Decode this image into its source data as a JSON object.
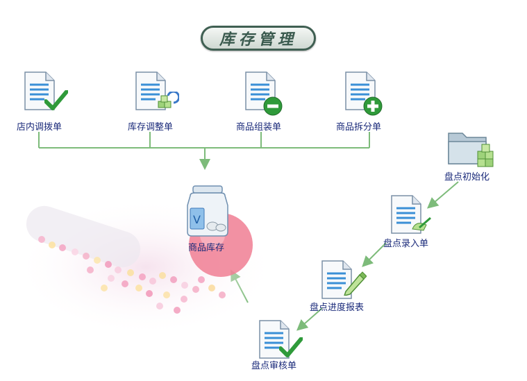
{
  "title": "库存管理",
  "top_items": [
    {
      "label": "店内调拨单",
      "badge": "check-icon"
    },
    {
      "label": "库存调整单",
      "badge": "cube-refresh-icon"
    },
    {
      "label": "商品组装单",
      "badge": "minus-icon"
    },
    {
      "label": "商品拆分单",
      "badge": "plus-icon"
    }
  ],
  "center": {
    "label": "商品库存"
  },
  "stocktake": [
    {
      "label": "盘点初始化"
    },
    {
      "label": "盘点录入单"
    },
    {
      "label": "盘点进度报表"
    },
    {
      "label": "盘点审核单"
    }
  ],
  "colors": {
    "line": "#7dbb7a",
    "text": "#1a2a7a",
    "doc_blue": "#3a8fd6",
    "green": "#2f9a3a"
  }
}
